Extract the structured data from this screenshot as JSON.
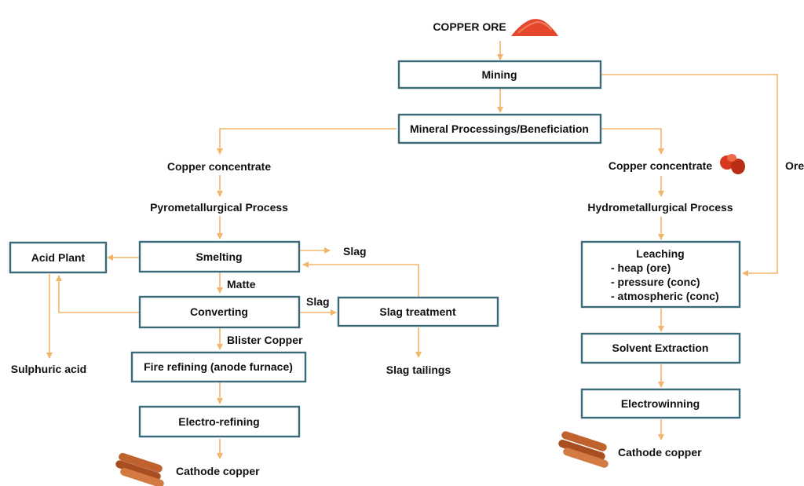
{
  "top": {
    "title": "COPPER ORE"
  },
  "boxes": {
    "mining": "Mining",
    "mineral_processing": "Mineral Processings/Beneficiation",
    "acid_plant": "Acid Plant",
    "smelting": "Smelting",
    "converting": "Converting",
    "slag_treatment": "Slag treatment",
    "fire_refining": "Fire refining (anode furnace)",
    "electro_refining": "Electro-refining",
    "leaching_title": "Leaching",
    "leaching_item_1": "- heap (ore)",
    "leaching_item_2": "- pressure (conc)",
    "leaching_item_3": "- atmospheric (conc)",
    "solvent_extraction": "Solvent Extraction",
    "electrowinning": "Electrowinning"
  },
  "labels": {
    "copper_concentrate_left": "Copper concentrate",
    "pyrometallurgical": "Pyrometallurgical Process",
    "copper_concentrate_right": "Copper concentrate",
    "hydrometallurgical": "Hydrometallurgical Process",
    "ore": "Ore",
    "slag_top": "Slag",
    "slag_mid": "Slag",
    "matte": "Matte",
    "blister_copper": "Blister Copper",
    "sulphuric_acid": "Sulphuric acid",
    "slag_tailings": "Slag tailings",
    "cathode_copper_left": "Cathode copper",
    "cathode_copper_right": "Cathode copper"
  },
  "colors": {
    "box_border": "#3a6b7b",
    "arrow": "#f2b56b",
    "ore_pile": "#e4472c",
    "concentrate": "#d8391e",
    "copper_rods": "#c0622e"
  },
  "icons": {
    "ore": "copper-ore-pile-icon",
    "concentrate": "copper-concentrate-icon",
    "cathode": "cathode-copper-rods-icon"
  }
}
